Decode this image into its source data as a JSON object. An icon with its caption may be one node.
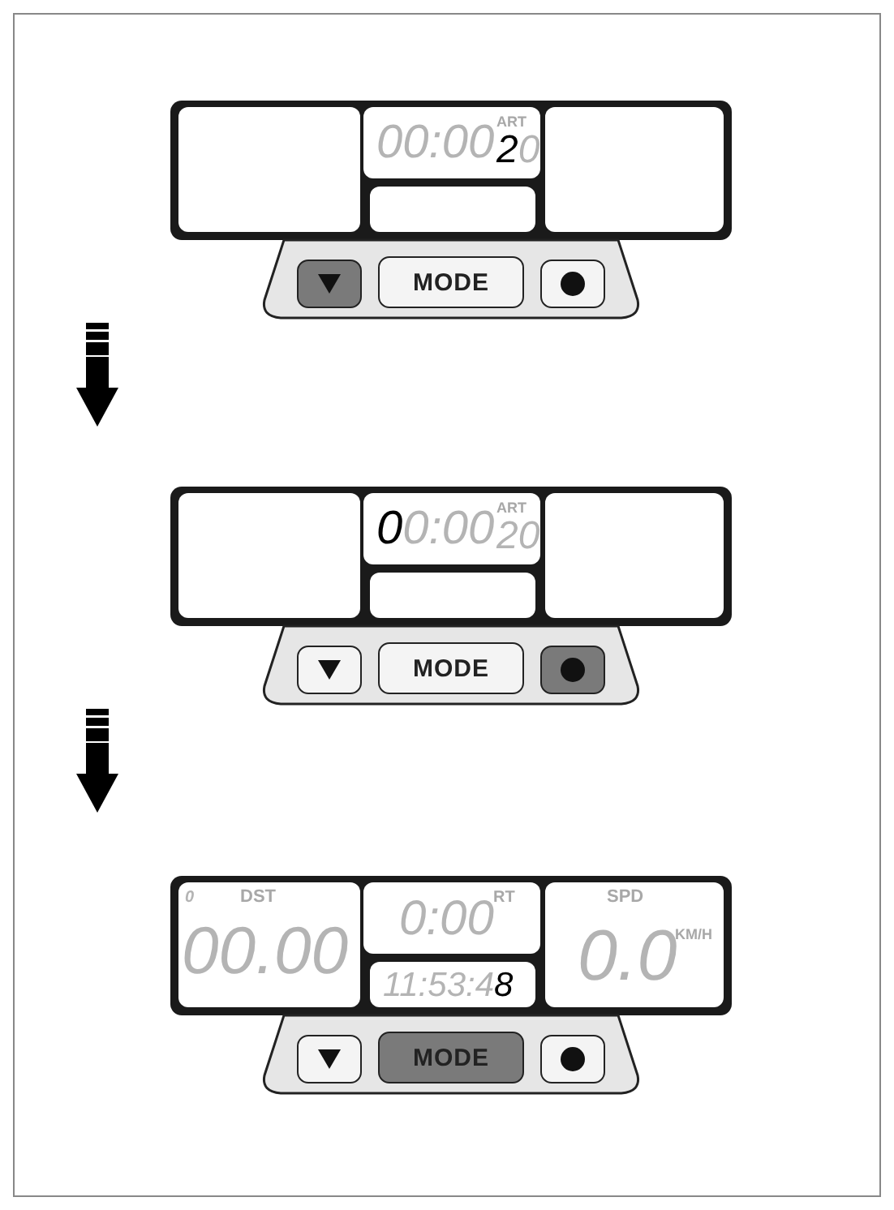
{
  "diagram": {
    "nodes": [
      {
        "text": [],
        "shape": "box"
      },
      {
        "text": [],
        "shape": "box",
        "in": 0
      },
      {
        "text": [
          "00:00",
          "ART",
          "**2**0"
        ],
        "in": 0
      },
      {
        "text": [],
        "shape": "box",
        "in": 0
      },
      {
        "text": [],
        "shape": "box",
        "in": 0
      },
      {
        "text": [],
        "shape": "trapezoid"
      },
      {
        "text": [],
        "shape": "button",
        "in": 5
      },
      {
        "text": [
          "MODE"
        ],
        "in": 5
      },
      {
        "text": [],
        "shape": "button",
        "in": 5
      },
      {
        "text": [],
        "shape": "box"
      },
      {
        "text": [],
        "shape": "box",
        "in": 9
      },
      {
        "text": [
          "**0**0:00",
          "ART",
          "20"
        ],
        "in": 9
      },
      {
        "text": [],
        "shape": "box",
        "in": 9
      },
      {
        "text": [],
        "shape": "box",
        "in": 9
      },
      {
        "text": [],
        "shape": "trapezoid"
      },
      {
        "text": [],
        "shape": "button",
        "in": 14
      },
      {
        "text": [
          "MODE"
        ],
        "in": 14
      },
      {
        "text": [],
        "shape": "button",
        "in": 14
      },
      {
        "text": [],
        "shape": "box"
      },
      {
        "text": [
          "0",
          "DST",
          "00.00"
        ],
        "in": 18
      },
      {
        "text": [
          "0:00",
          "RT"
        ],
        "in": 18
      },
      {
        "text": [
          "11:53:4**8**"
        ],
        "in": 18
      },
      {
        "text": [
          "SPD",
          "0.0",
          "KM/H"
        ],
        "in": 18
      },
      {
        "text": [],
        "shape": "trapezoid"
      },
      {
        "text": [],
        "shape": "button",
        "in": 23
      },
      {
        "text": [
          "MODE"
        ],
        "in": 23
      },
      {
        "text": [],
        "shape": "button",
        "in": 23
      }
    ]
  }
}
